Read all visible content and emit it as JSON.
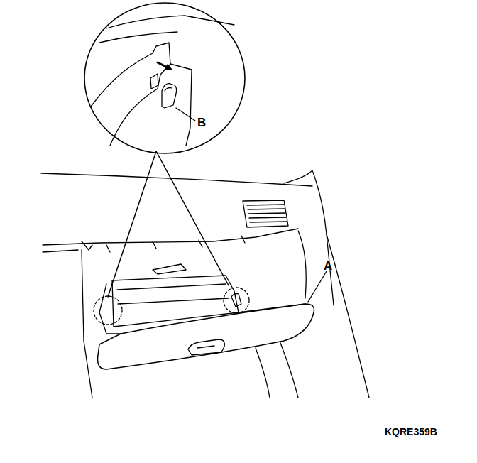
{
  "diagram": {
    "labels": [
      "B",
      "A",
      "KQRE359B"
    ]
  }
}
